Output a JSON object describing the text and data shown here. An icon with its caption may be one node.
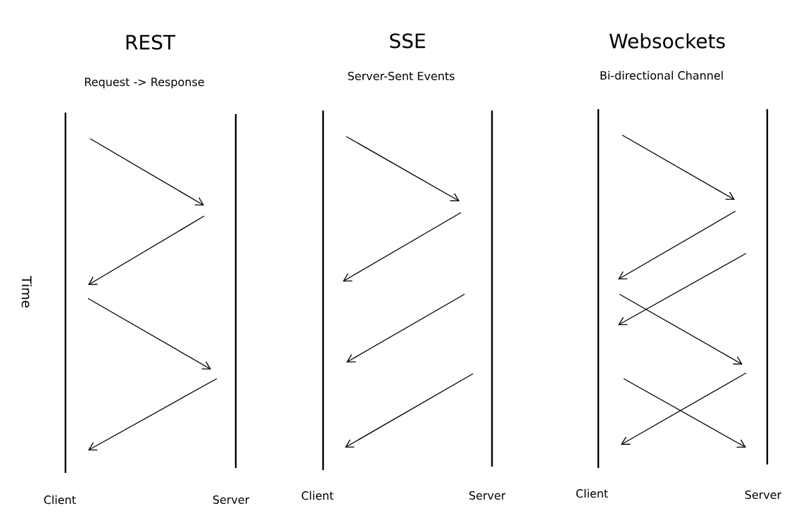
{
  "diagram": {
    "nodes": [
      {
        "text": [],
        "shape": "bar",
        "beside": [
          "Client"
        ]
      },
      {
        "text": [],
        "shape": "bar",
        "beside": [
          "Server"
        ]
      },
      {
        "text": [],
        "shape": "bar",
        "beside": [
          "Client"
        ]
      },
      {
        "text": [],
        "shape": "bar",
        "beside": [
          "Server"
        ]
      },
      {
        "text": [],
        "shape": "bar",
        "beside": [
          "Client"
        ]
      },
      {
        "text": [],
        "shape": "bar",
        "beside": [
          "Server"
        ]
      }
    ],
    "edges": [
      {
        "from": 0,
        "to": 1,
        "arrow": "to"
      },
      {
        "from": 1,
        "to": 0,
        "arrow": "to"
      },
      {
        "from": 0,
        "to": 1,
        "arrow": "to"
      },
      {
        "from": 1,
        "to": 0,
        "arrow": "to"
      },
      {
        "from": 2,
        "to": 3,
        "arrow": "to"
      },
      {
        "from": 3,
        "to": 2,
        "arrow": "to"
      },
      {
        "from": 3,
        "to": 2,
        "arrow": "to"
      },
      {
        "from": 3,
        "to": 2,
        "arrow": "to"
      },
      {
        "from": 4,
        "to": 5,
        "arrow": "to"
      },
      {
        "from": 5,
        "to": 4,
        "arrow": "to"
      },
      {
        "from": 5,
        "to": 4,
        "arrow": "to"
      },
      {
        "from": 4,
        "to": 5,
        "arrow": "to"
      },
      {
        "from": 5,
        "to": 4,
        "arrow": "to"
      },
      {
        "from": 4,
        "to": 5,
        "arrow": "to"
      }
    ],
    "labels": [
      "REST",
      "SSE",
      "Websockets",
      "Request -> Response",
      "Server-Sent Events",
      "Bi-directional Channel",
      "Time"
    ]
  }
}
